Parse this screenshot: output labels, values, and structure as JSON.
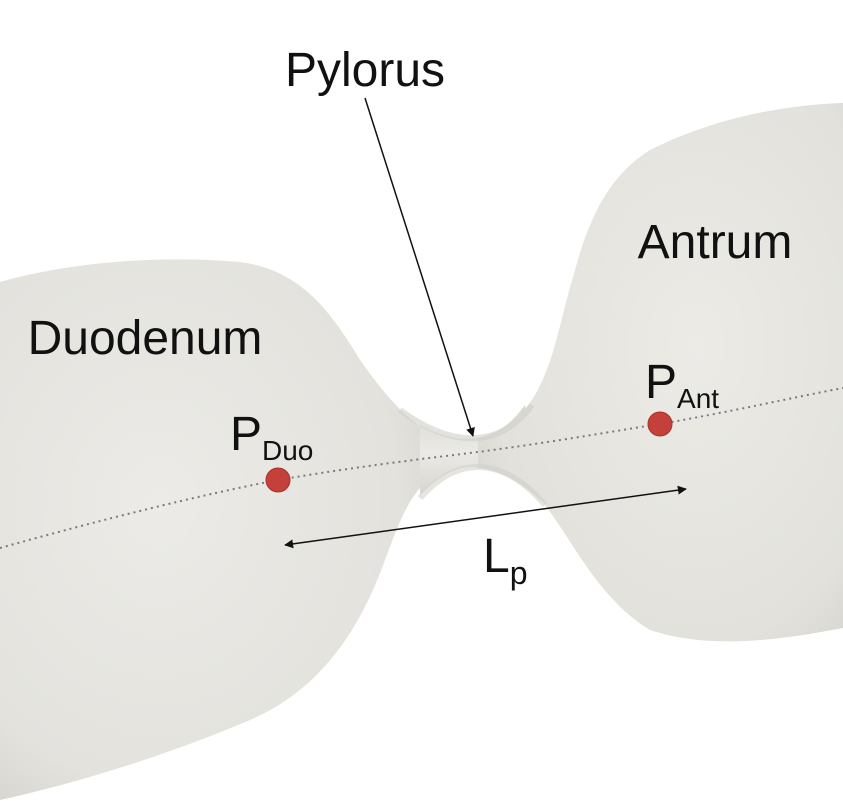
{
  "labels": {
    "pylorus": "Pylorus",
    "antrum": "Antrum",
    "duodenum": "Duodenum",
    "p_duo_main": "P",
    "p_duo_sub": "Duo",
    "p_ant_main": "P",
    "p_ant_sub": "Ant",
    "lp_main": "L",
    "lp_sub": "p"
  },
  "colors": {
    "tissue": "#e9e8e3",
    "tissue_shade": "#c9c8c2",
    "point": "#c4403b",
    "centerline": "#7a7a7a",
    "ink": "#111111"
  }
}
